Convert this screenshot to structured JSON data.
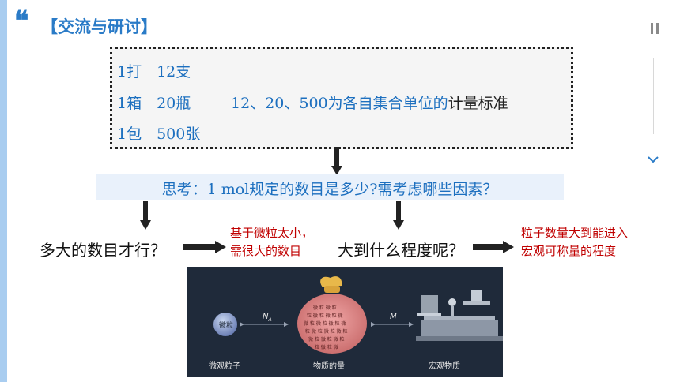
{
  "header": {
    "quote_glyph": "❝",
    "title": "【交流与研讨】"
  },
  "box": {
    "line1": "1打　12支",
    "line2a": "1箱　20瓶",
    "line2b": "12、20、500为各自集合单位的",
    "line2c": "计量标准",
    "line3": "1包　500张"
  },
  "think": {
    "text": "思考：1 mol规定的数目是多少?需考虑哪些因素？"
  },
  "questions": {
    "q1": "多大的数目才行？",
    "a1_line1": "基于微粒太小，",
    "a1_line2": "需很大的数目",
    "q2": "大到什么程度呢？",
    "a2_line1": "粒子数量大到能进入",
    "a2_line2": "宏观可称量的程度"
  },
  "diagram": {
    "particle_label": "微粒",
    "na_label": "N",
    "na_sub": "A",
    "m_label": "M",
    "caption_left": "微观粒子",
    "caption_mid": "物质的量",
    "caption_right": "宏观物质"
  },
  "colors": {
    "accent": "#2a7bc7",
    "red": "#c00000"
  }
}
